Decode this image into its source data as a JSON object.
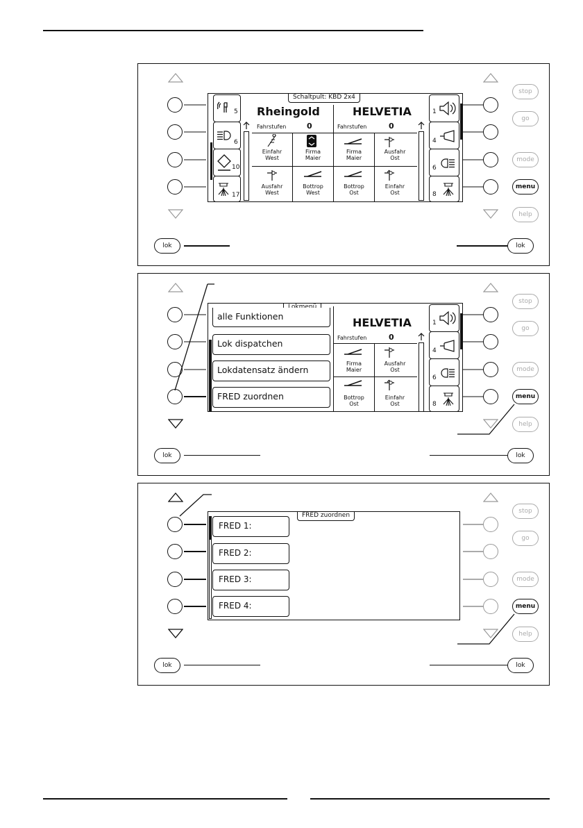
{
  "buttons": {
    "stop": "stop",
    "go": "go",
    "mode": "mode",
    "menu": "menu",
    "help": "help",
    "lok": "lok"
  },
  "panel1": {
    "title": "Schaltpult: KBD 2x4",
    "loco_left": "Rheingold",
    "loco_right": "HELVETIA",
    "fahrstufen_label": "Fahrstufen",
    "speed_left": "0",
    "speed_right": "0",
    "left_tabs": [
      "5",
      "6",
      "10",
      "17"
    ],
    "right_tabs": [
      "1",
      "4",
      "6",
      "8"
    ],
    "grid": [
      [
        "Einfahr",
        "West"
      ],
      [
        "Firma",
        "Maier"
      ],
      [
        "Firma",
        "Maier"
      ],
      [
        "Ausfahr",
        "Ost"
      ],
      [
        "Ausfahr",
        "West"
      ],
      [
        "Bottrop",
        "West"
      ],
      [
        "Bottrop",
        "Ost"
      ],
      [
        "Einfahr",
        "Ost"
      ]
    ]
  },
  "panel2": {
    "title": "Lokmenü",
    "menu_items": [
      "alle Funktionen",
      "Lok dispatchen",
      "Lokdatensatz ändern",
      "FRED zuordnen"
    ],
    "loco_right": "HELVETIA",
    "fahrstufen_label": "Fahrstufen",
    "speed_right": "0",
    "right_tabs": [
      "1",
      "4",
      "6",
      "8"
    ],
    "grid": [
      [
        "Firma",
        "Maier"
      ],
      [
        "Ausfahr",
        "Ost"
      ],
      [
        "Bottrop",
        "Ost"
      ],
      [
        "Einfahr",
        "Ost"
      ]
    ]
  },
  "panel3": {
    "title": "FRED zuordnen",
    "fred_items": [
      "FRED 1:",
      "FRED 2:",
      "FRED 3:",
      "FRED 4:"
    ]
  }
}
